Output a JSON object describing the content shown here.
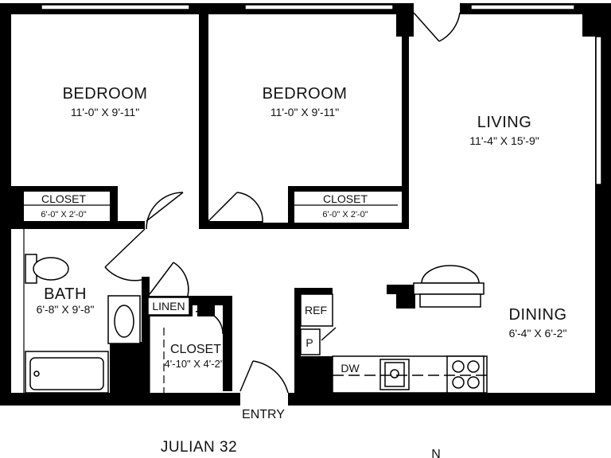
{
  "plan": {
    "name": "JULIAN 32",
    "compass": "N",
    "rooms": [
      {
        "id": "bedroom-1",
        "name": "BEDROOM",
        "dims": "11'-0\" X 9'-11\""
      },
      {
        "id": "bedroom-2",
        "name": "BEDROOM",
        "dims": "11'-0\" X 9'-11\""
      },
      {
        "id": "living",
        "name": "LIVING",
        "dims": "11'-4\" X 15'-9\""
      },
      {
        "id": "dining",
        "name": "DINING",
        "dims": "6'-4\" X 6'-2\""
      },
      {
        "id": "bath",
        "name": "BATH",
        "dims": "6'-8\" X 9'-8\""
      },
      {
        "id": "closet-entry",
        "name": "CLOSET",
        "dims": "4'-10\" X 4'-2\""
      },
      {
        "id": "closet-bed-1",
        "name": "CLOSET",
        "dims": "6'-0\" X 2'-0\""
      },
      {
        "id": "closet-bed-2",
        "name": "CLOSET",
        "dims": "6'-0\" X 2'-0\""
      }
    ],
    "fixtures": {
      "linen": "LINEN",
      "ref": "REF",
      "pantry": "P",
      "dishwasher": "DW"
    },
    "entry": "ENTRY"
  }
}
